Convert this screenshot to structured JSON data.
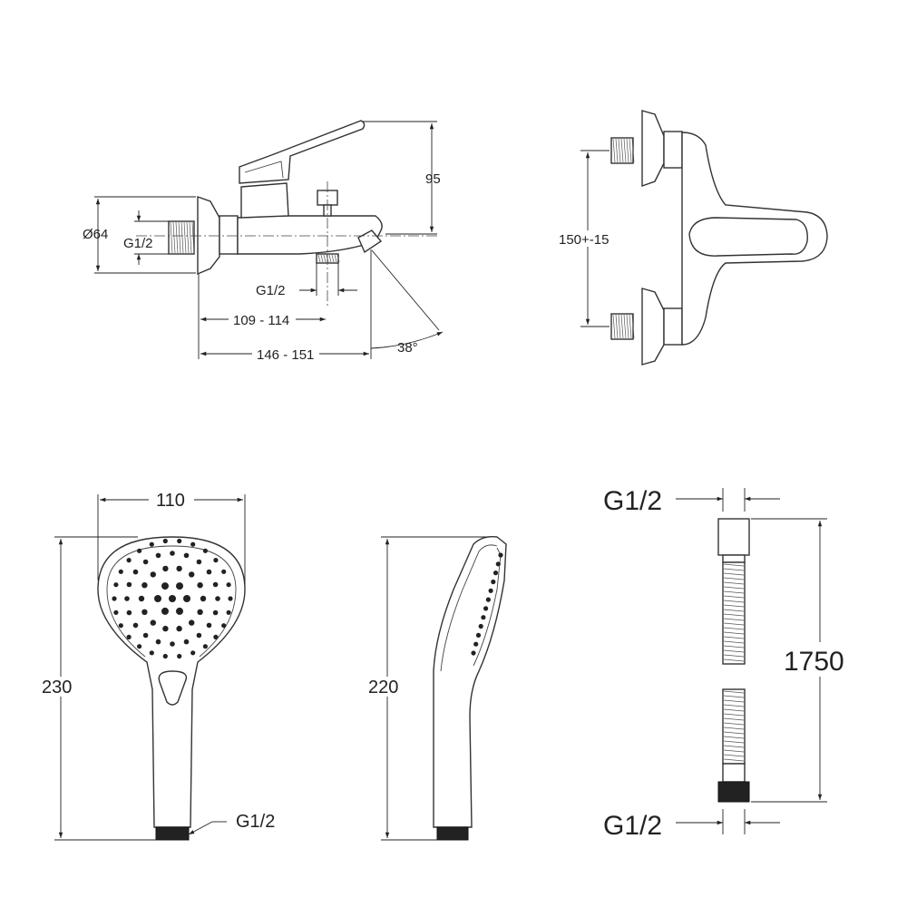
{
  "mixer_side": {
    "dim_height": "95",
    "dim_diameter": "Ø64",
    "dim_inlet_thread": "G1/2",
    "dim_outlet_thread": "G1/2",
    "dim_outlet_distance": "109 - 114",
    "dim_spout_length": "146 - 151",
    "dim_spout_angle": "38°"
  },
  "mixer_front": {
    "dim_centers": "150+-15"
  },
  "hand_shower_front": {
    "dim_width": "110",
    "dim_length": "230",
    "dim_thread": "G1/2"
  },
  "hand_shower_side": {
    "dim_length": "220"
  },
  "hose": {
    "dim_top_thread": "G1/2",
    "dim_length": "1750",
    "dim_bottom_thread": "G1/2"
  }
}
